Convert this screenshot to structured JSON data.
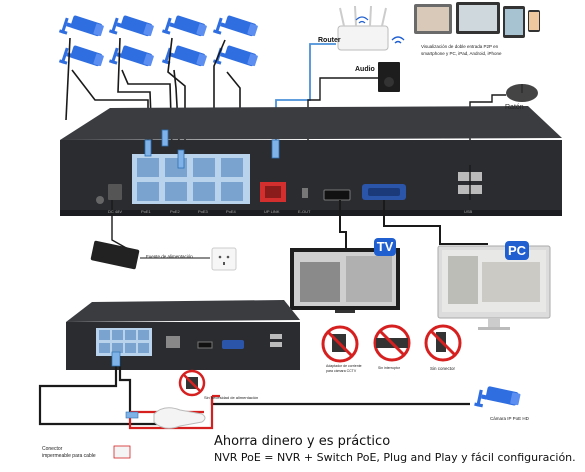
{
  "labels": {
    "router": "Router",
    "audio": "Audio",
    "mouse": "Ratón",
    "p2p_line1": "Visualización de doble entrada P2P en",
    "p2p_line2": "smartphone y PC, iPad, Android, iPhone",
    "power_supply": "Fuente de alimentación",
    "tv": "TV",
    "pc": "PC",
    "no_power_cable": "Sin necesidad de alimentación",
    "no_switch_caption": "Sin interruptor",
    "no_connector": "Sin conector",
    "adapter_caption_line1": "Adaptador de corriente",
    "adapter_caption_line2": "para cámara CCTV",
    "connector_line1": "Conector",
    "connector_line2": "impermeable para cable",
    "ip_camera": "Cámara IP PoE HD",
    "tagline_line1": "Ahorra dinero y es práctico",
    "tagline_line2": "NVR PoE = NVR + Switch PoE, Plug and Play y fácil configuración."
  },
  "port_labels": [
    "DC 48V",
    "PoE1",
    "PoE2",
    "PoE3",
    "PoE4",
    "UP LINK",
    "E-OUT",
    "USB"
  ],
  "icons": {
    "camera": "ip-camera-icon",
    "router": "router-icon",
    "speaker": "speaker-icon",
    "mouse": "mouse-icon",
    "tv": "tv-icon",
    "monitor": "monitor-icon",
    "power_adapter": "power-adapter-icon",
    "outlet": "wall-outlet-icon",
    "prohibited": "prohibited-icon"
  },
  "colors": {
    "camera_blue": "#2f6ee0",
    "badge_blue": "#1f5fd0",
    "nvr_body": "#2a2c30",
    "poe_port_blue": "#9fc3e6",
    "uplink_red": "#d32f2f",
    "cable_red": "#d62020",
    "cable_black": "#1a1a1a"
  }
}
